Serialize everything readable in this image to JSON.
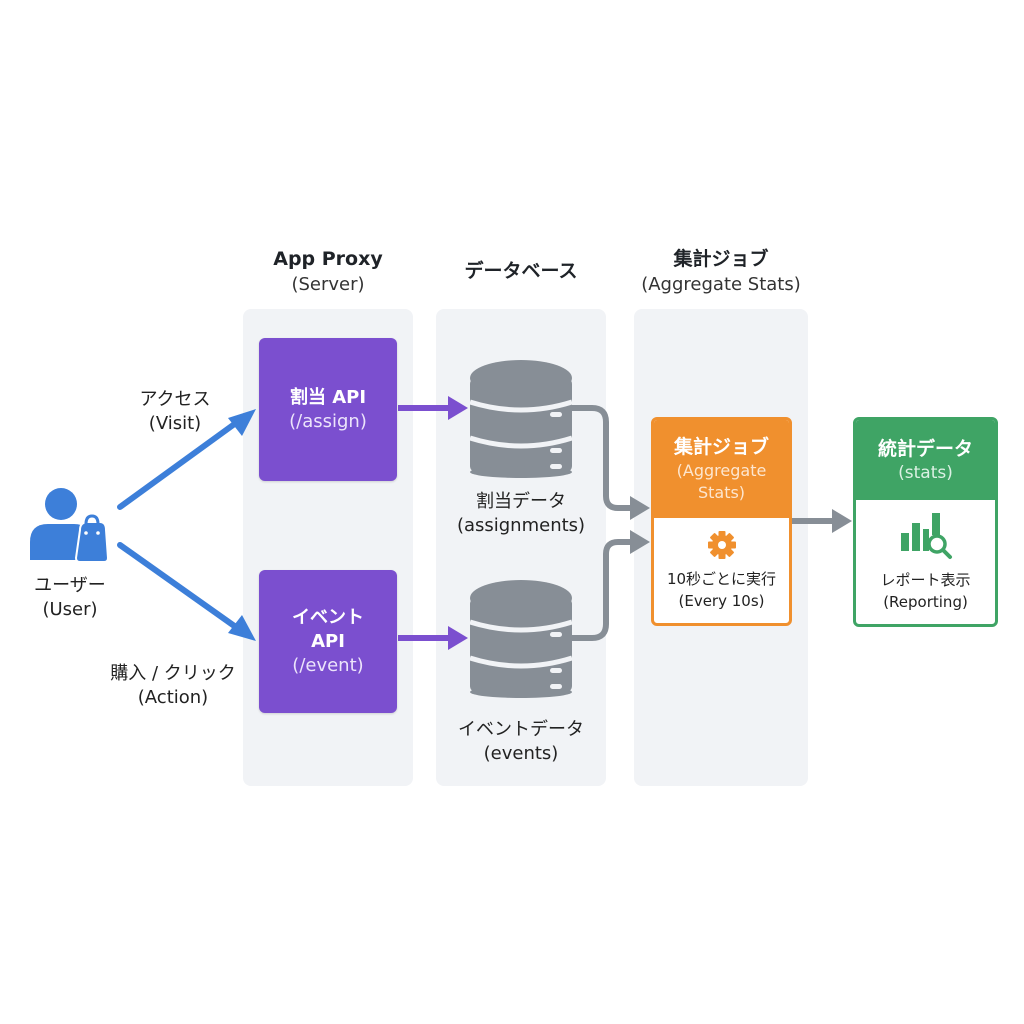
{
  "colors": {
    "user_blue": "#3d7fd9",
    "api_purple": "#7b4fcf",
    "db_gray": "#878e96",
    "job_orange": "#f0902e",
    "stats_green": "#3fa465",
    "lane_bg": "#f1f3f6"
  },
  "user": {
    "icon": "user-with-shopping-bag-icon",
    "label_jp": "ユーザー",
    "label_en": "(User)"
  },
  "edges": {
    "visit": {
      "jp": "アクセス",
      "en": "(Visit)"
    },
    "action": {
      "jp": "購入 / クリック",
      "en": "(Action)"
    }
  },
  "lanes": [
    {
      "title": "App Proxy",
      "subtitle": "(Server)"
    },
    {
      "title": "データベース",
      "subtitle": ""
    },
    {
      "title": "集計ジョブ",
      "subtitle": "(Aggregate Stats)"
    }
  ],
  "apis": [
    {
      "title": "割当 API",
      "path": "(/assign)"
    },
    {
      "title": "イベント\nAPI",
      "title_line1": "イベント",
      "title_line2": "API",
      "path": "(/event)"
    }
  ],
  "databases": [
    {
      "icon": "database-icon",
      "label_jp": "割当データ",
      "label_en": "(assignments)"
    },
    {
      "icon": "database-icon",
      "label_jp": "イベントデータ",
      "label_en": "(events)"
    }
  ],
  "job": {
    "title": "集計ジョブ",
    "subtitle_line1": "(Aggregate",
    "subtitle_line2": "Stats)",
    "icon": "gear-icon",
    "detail_jp": "10秒ごとに実行",
    "detail_en": "(Every 10s)"
  },
  "stats": {
    "title": "統計データ",
    "subtitle": "(stats)",
    "icon": "bar-chart-magnifier-icon",
    "detail_jp": "レポート表示",
    "detail_en": "(Reporting)"
  }
}
